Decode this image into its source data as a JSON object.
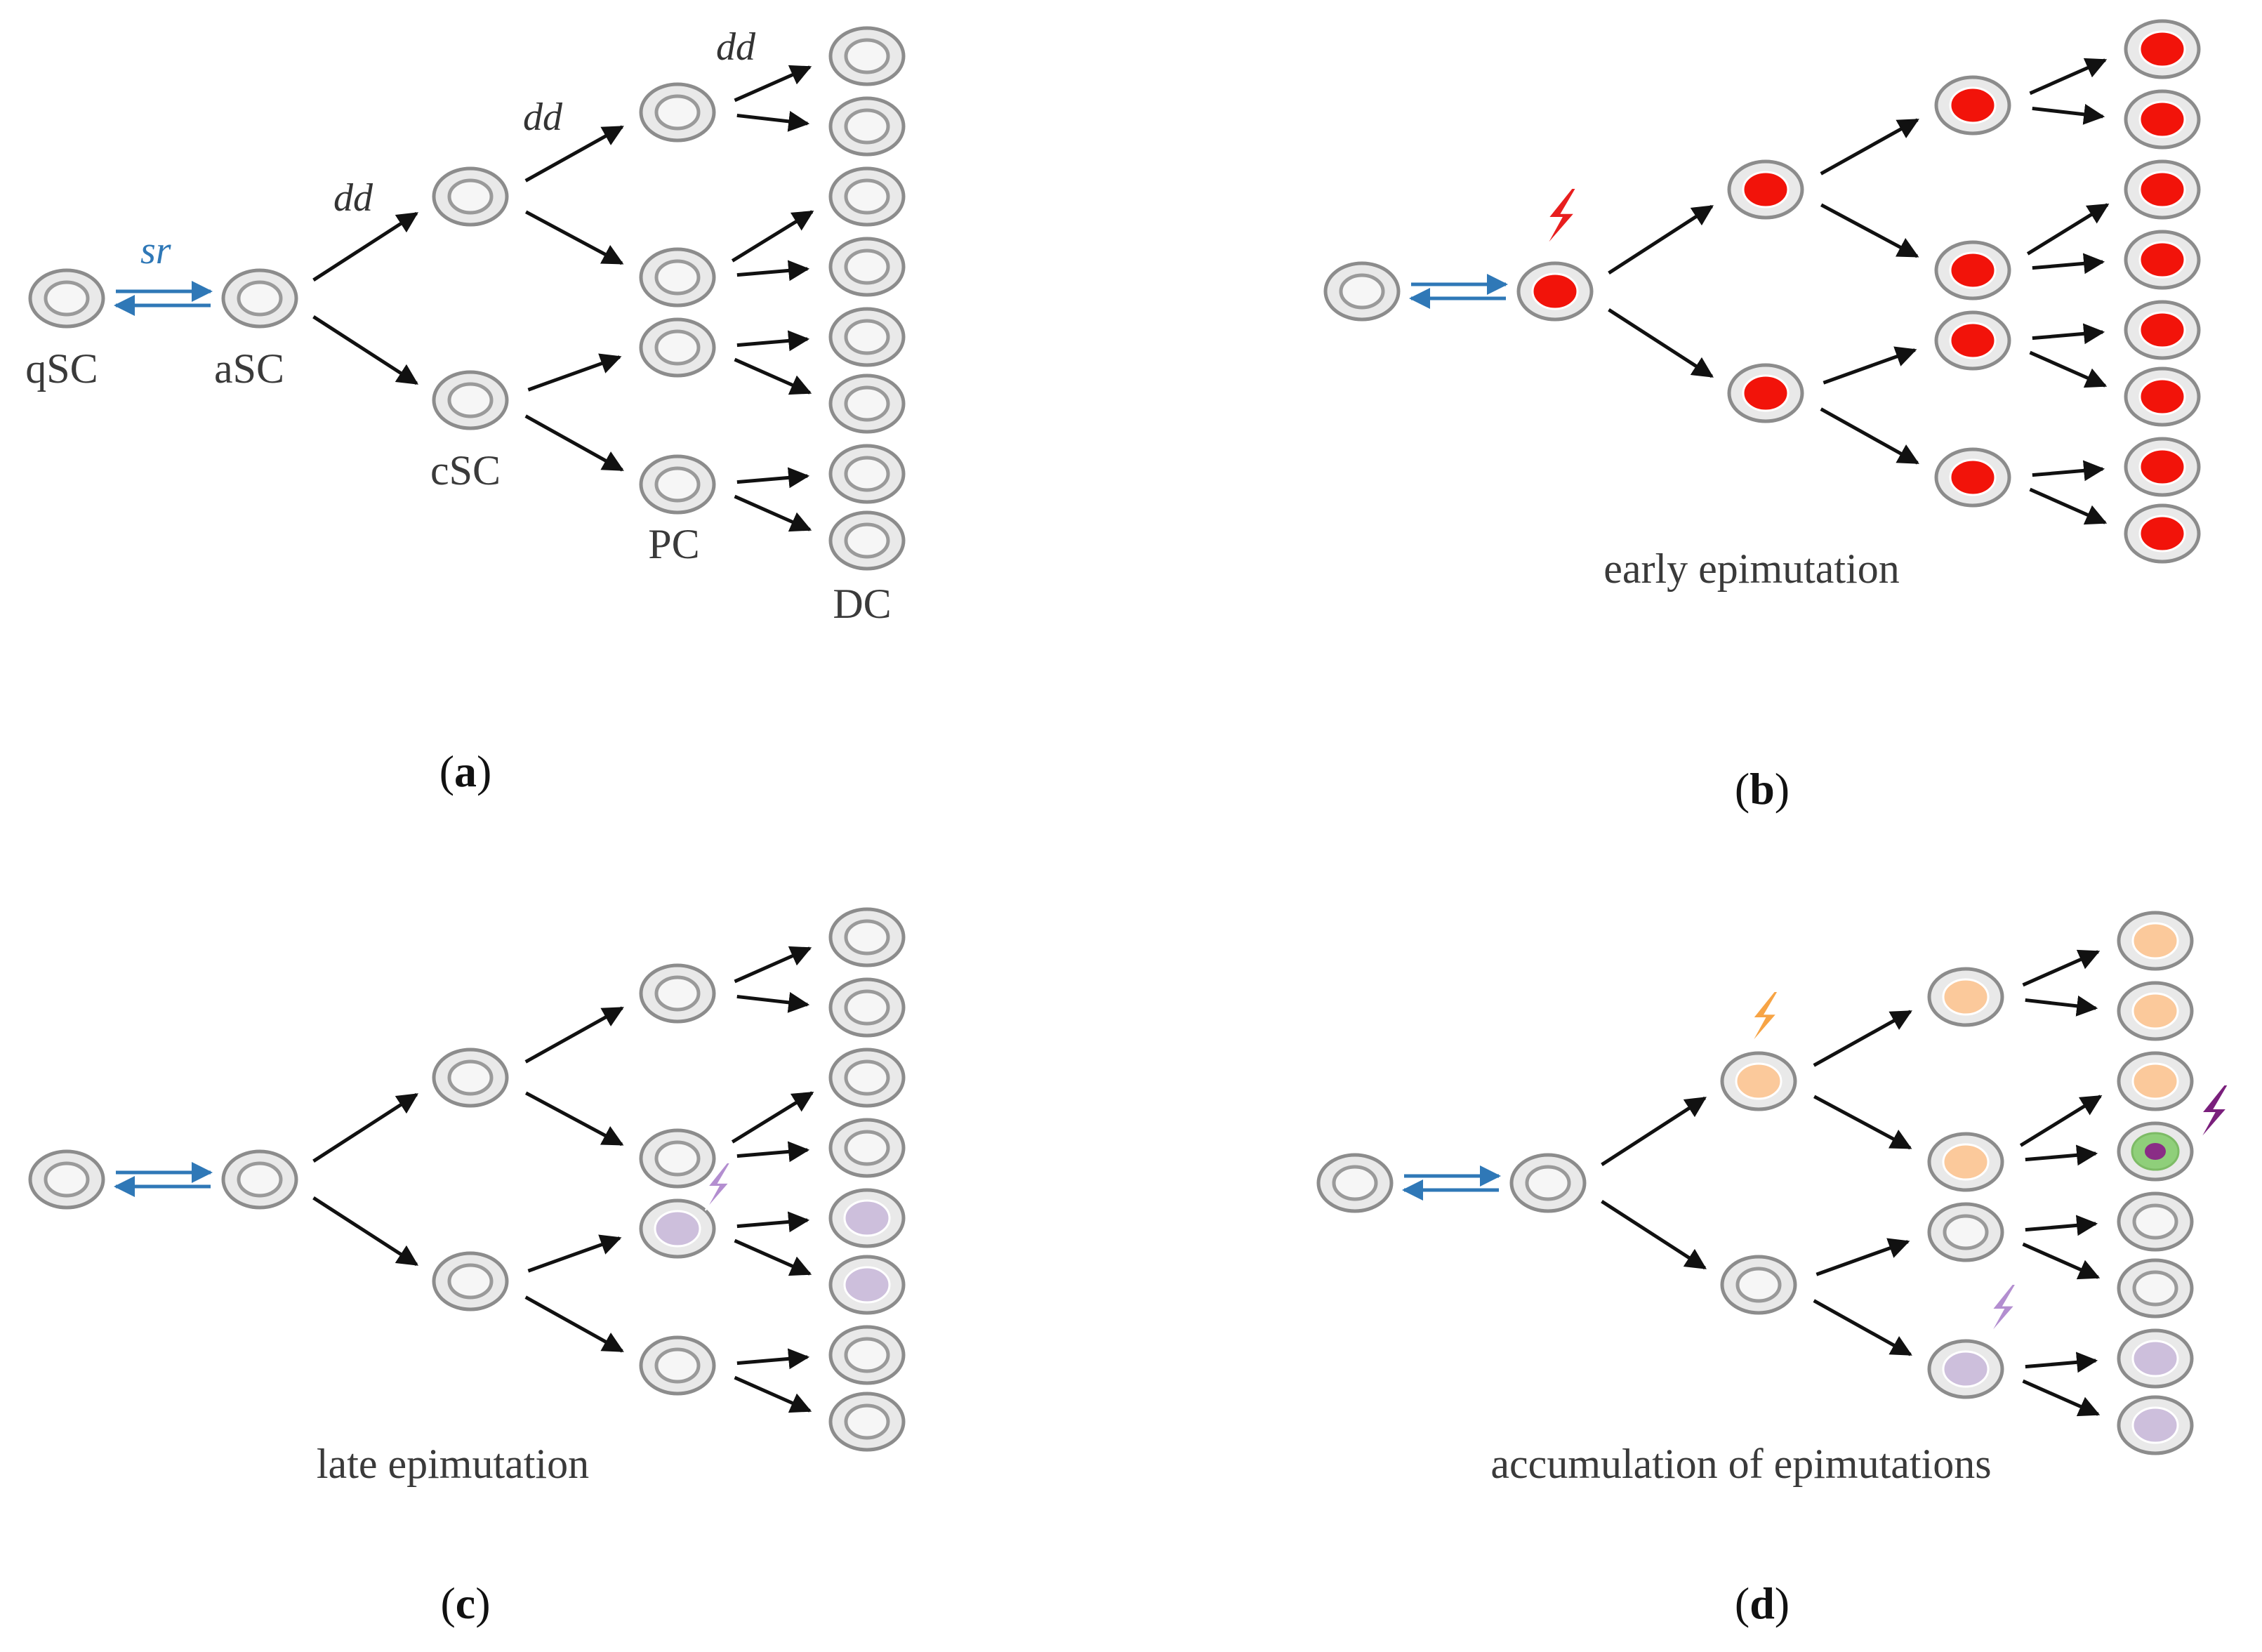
{
  "colors": {
    "arrow": "#111111",
    "renewal_arrow": "#2f78b7",
    "cell_outline": "#8c8c8c",
    "cell_fill": "#e9e9e9",
    "nucleus_outline": "#9a9a9a",
    "epimutation_red": "#f2130a",
    "epimutation_orange": "#fbc99b",
    "epimutation_lavender": "#cdbfdc",
    "epimutation_purple": "#8a2d86",
    "epimutation_green_ring": "#8fcf7a",
    "bolt_red": "#e81e1e",
    "bolt_orange": "#f7a445",
    "bolt_lavender": "#b38ed0",
    "bolt_purple": "#7a1f7c"
  },
  "panel_a": {
    "caption_letter": "a",
    "sr_label": "sr",
    "dd_labels": [
      "dd",
      "dd",
      "dd"
    ],
    "stage_labels": {
      "qsc": "qSC",
      "asc": "aSC",
      "csc": "cSC",
      "pc": "PC",
      "dc": "DC"
    }
  },
  "panel_b": {
    "caption_letter": "b",
    "description": "early epimutation",
    "bolt_icon": "lightning-bolt-icon",
    "affected_color": "red"
  },
  "panel_c": {
    "caption_letter": "c",
    "description": "late epimutation",
    "bolt_icon": "lightning-bolt-icon",
    "affected_color": "lavender"
  },
  "panel_d": {
    "caption_letter": "d",
    "description": "accumulation of  epimutations",
    "bolt_icons": [
      "lightning-bolt-icon",
      "lightning-bolt-icon",
      "lightning-bolt-icon"
    ]
  }
}
